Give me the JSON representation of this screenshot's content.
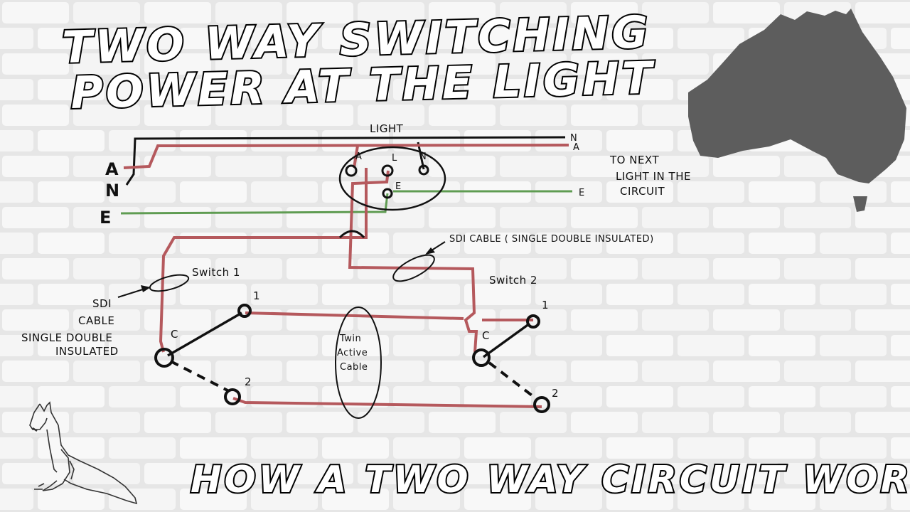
{
  "title": {
    "line1": "TWO WAY SWITCHING",
    "line2": "POWER AT THE LIGHT"
  },
  "footer": "HOW A TWO WAY CIRCUIT WORKS",
  "colors": {
    "active": "#b5595d",
    "earth": "#5f9c52",
    "neutral": "#111111",
    "outline": "#000000",
    "australia": "#5d5d5d"
  },
  "icons": {
    "australia": "australia-map-icon",
    "kangaroo": "kangaroo-icon"
  },
  "diagram": {
    "supply_labels": {
      "active": "A",
      "neutral": "N",
      "earth": "E"
    },
    "light": {
      "label": "LIGHT",
      "terminals": {
        "active": "A",
        "loop": "L",
        "neutral": "N",
        "earth": "E"
      }
    },
    "outgoing_labels": {
      "neutral": "N",
      "active": "A",
      "earth": "E"
    },
    "to_next": [
      "TO NEXT",
      "LIGHT IN THE",
      "CIRCUIT"
    ],
    "sdi_note": "SDI CABLE ( SINGLE DOUBLE INSULATED)",
    "switch1": {
      "label": "Switch 1",
      "common": "C",
      "t1": "1",
      "t2": "2"
    },
    "switch2": {
      "label": "Switch 2",
      "common": "C",
      "t1": "1",
      "t2": "2"
    },
    "sdi_left": [
      "SDI",
      "CABLE",
      "SINGLE DOUBLE",
      "INSULATED"
    ],
    "twin_active": [
      "Twin",
      "Active",
      "Cable"
    ]
  }
}
